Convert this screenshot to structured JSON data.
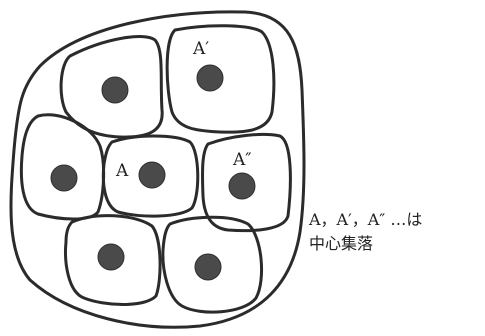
{
  "diagram": {
    "labels": {
      "cell_top_right": "A′",
      "cell_center": "A",
      "cell_middle_right": "A″"
    },
    "caption": {
      "line1": "A，A′，A″ …は",
      "line2": "中心集落"
    }
  }
}
